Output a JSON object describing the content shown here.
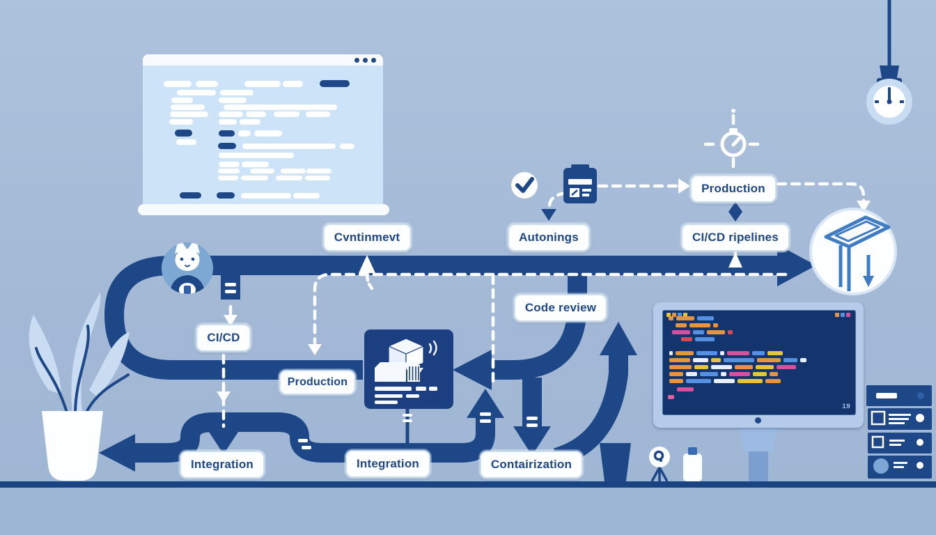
{
  "labels": {
    "continment": "Cvntinmevt",
    "autonings": "Autonings",
    "cicd_pipelines": "CI/CD ripelines",
    "production_top": "Production",
    "code_review": "Code review",
    "cicd": "CI/CD",
    "production_mid": "Production",
    "integration_left": "Integration",
    "integration_mid": "Integration",
    "containerization": "Contairization"
  },
  "colors": {
    "background": "#a3b9d6",
    "floor": "#9db5d4",
    "desk_edge": "#1a4382",
    "pipe": "#1d4787",
    "label_text": "#1d4787",
    "label_bg": "#fdfeff",
    "window_body": "#cde3f7",
    "window_bar": "#f7fbfe",
    "monitor_frame": "#b6cbe9",
    "screen": "#14346e",
    "dashed_line": "#ffffff",
    "icon_line_blue": "#3f7cc4"
  },
  "icons": {
    "check-icon": "checkmark in circle",
    "clipboard-icon": "card reader badge",
    "stopwatch-icon": "stopwatch with dashed ticks",
    "clock-lamp-icon": "hanging pendant clock lamp",
    "deploy-tray-icon": "tilted tray with down arrow in circle",
    "container-icon": "cube and shipping container card",
    "cat-avatar": "white cat developer in circle",
    "plant-icon": "potted plant",
    "cup-icon": "pen cup",
    "webcam-icon": "webcam on tripod",
    "bottle-icon": "small jar with blue cap",
    "server-rack-icon": "stacked server units",
    "window-dots": "three window dots"
  },
  "code_window": {
    "dots": 3,
    "pills": [
      [
        30,
        22,
        40,
        9,
        "w"
      ],
      [
        76,
        22,
        32,
        9,
        "w"
      ],
      [
        146,
        22,
        52,
        9,
        "w"
      ],
      [
        201,
        22,
        29,
        9,
        "w"
      ],
      [
        254,
        21,
        43,
        10,
        "n"
      ],
      [
        49,
        35,
        56,
        8,
        "w"
      ],
      [
        111,
        35,
        48,
        8,
        "w"
      ],
      [
        41,
        46,
        31,
        8,
        "w"
      ],
      [
        109,
        46,
        40,
        8,
        "w"
      ],
      [
        40,
        56,
        49,
        8,
        "w"
      ],
      [
        116,
        56,
        163,
        8,
        "w"
      ],
      [
        39,
        66,
        55,
        8,
        "w"
      ],
      [
        109,
        66,
        35,
        8,
        "w"
      ],
      [
        148,
        66,
        29,
        8,
        "w"
      ],
      [
        188,
        66,
        37,
        8,
        "w"
      ],
      [
        234,
        66,
        35,
        8,
        "w"
      ],
      [
        38,
        77,
        34,
        8,
        "w"
      ],
      [
        109,
        77,
        26,
        8,
        "w"
      ],
      [
        139,
        77,
        30,
        8,
        "w"
      ],
      [
        46,
        92,
        25,
        10,
        "n"
      ],
      [
        109,
        93,
        23,
        9,
        "n"
      ],
      [
        137,
        93,
        18,
        9,
        "w"
      ],
      [
        160,
        93,
        40,
        9,
        "w"
      ],
      [
        48,
        106,
        29,
        8,
        "w"
      ],
      [
        108,
        111,
        26,
        9,
        "n"
      ],
      [
        143,
        112,
        134,
        8,
        "w"
      ],
      [
        283,
        112,
        21,
        8,
        "w"
      ],
      [
        109,
        125,
        108,
        8,
        "w"
      ],
      [
        109,
        138,
        30,
        8,
        "w"
      ],
      [
        142,
        138,
        39,
        8,
        "w"
      ],
      [
        108,
        148,
        31,
        7,
        "w"
      ],
      [
        154,
        148,
        35,
        7,
        "w"
      ],
      [
        198,
        148,
        36,
        7,
        "w"
      ],
      [
        235,
        148,
        36,
        7,
        "w"
      ],
      [
        108,
        158,
        29,
        7,
        "w"
      ],
      [
        141,
        158,
        39,
        7,
        "w"
      ],
      [
        191,
        158,
        38,
        7,
        "w"
      ],
      [
        233,
        158,
        36,
        7,
        "w"
      ],
      [
        53,
        182,
        31,
        9,
        "n"
      ],
      [
        106,
        182,
        26,
        9,
        "n"
      ],
      [
        141,
        183,
        72,
        8,
        "w"
      ],
      [
        216,
        183,
        38,
        8,
        "w"
      ]
    ]
  },
  "monitor": {
    "badge": "19",
    "palette": {
      "o": "#e6953e",
      "y": "#e3c43b",
      "m": "#d8509c",
      "r": "#d34b5b",
      "b": "#5591e0",
      "w": "#e9eff9",
      "p": "#e0619f"
    },
    "deco_left": [
      "#e3c43b",
      "#e6953e",
      "#5591e0",
      "#e3c43b"
    ],
    "deco_right": [
      "#e6953e",
      "#5591e0",
      "#d8509c"
    ],
    "lines": [
      [
        8,
        8,
        [
          [
            "o",
            7
          ],
          [
            "o",
            26
          ],
          [
            "b",
            24
          ]
        ]
      ],
      [
        18,
        18,
        [
          [
            "o",
            16
          ],
          [
            "o",
            30
          ],
          [
            "o",
            7
          ]
        ]
      ],
      [
        28,
        13,
        [
          [
            "m",
            26
          ],
          [
            "b",
            16
          ],
          [
            "o",
            26
          ],
          [
            "r",
            7
          ]
        ]
      ],
      [
        38,
        26,
        [
          [
            "r",
            16
          ],
          [
            "b",
            28
          ]
        ]
      ],
      [
        58,
        9,
        [
          [
            "w",
            5
          ],
          [
            "o",
            26
          ],
          [
            "b",
            30
          ],
          [
            "w",
            6
          ],
          [
            "m",
            32
          ],
          [
            "b",
            18
          ],
          [
            "y",
            22
          ]
        ]
      ],
      [
        68,
        9,
        [
          [
            "o",
            30
          ],
          [
            "w",
            22
          ],
          [
            "y",
            14
          ],
          [
            "b",
            44
          ],
          [
            "o",
            34
          ],
          [
            "b",
            20
          ],
          [
            "w",
            9
          ]
        ]
      ],
      [
        78,
        9,
        [
          [
            "o",
            32
          ],
          [
            "y",
            20
          ],
          [
            "w",
            30
          ],
          [
            "o",
            26
          ],
          [
            "y",
            26
          ],
          [
            "m",
            28
          ]
        ]
      ],
      [
        88,
        9,
        [
          [
            "o",
            20
          ],
          [
            "w",
            16
          ],
          [
            "b",
            26
          ],
          [
            "w",
            8
          ],
          [
            "m",
            30
          ],
          [
            "y",
            20
          ],
          [
            "o",
            12
          ]
        ]
      ],
      [
        98,
        9,
        [
          [
            "o",
            20
          ],
          [
            "b",
            36
          ],
          [
            "w",
            30
          ],
          [
            "y",
            36
          ],
          [
            "o",
            22
          ]
        ]
      ],
      [
        110,
        20,
        [
          [
            "m",
            24
          ]
        ]
      ],
      [
        121,
        7,
        [
          [
            "p",
            9
          ]
        ]
      ]
    ]
  }
}
